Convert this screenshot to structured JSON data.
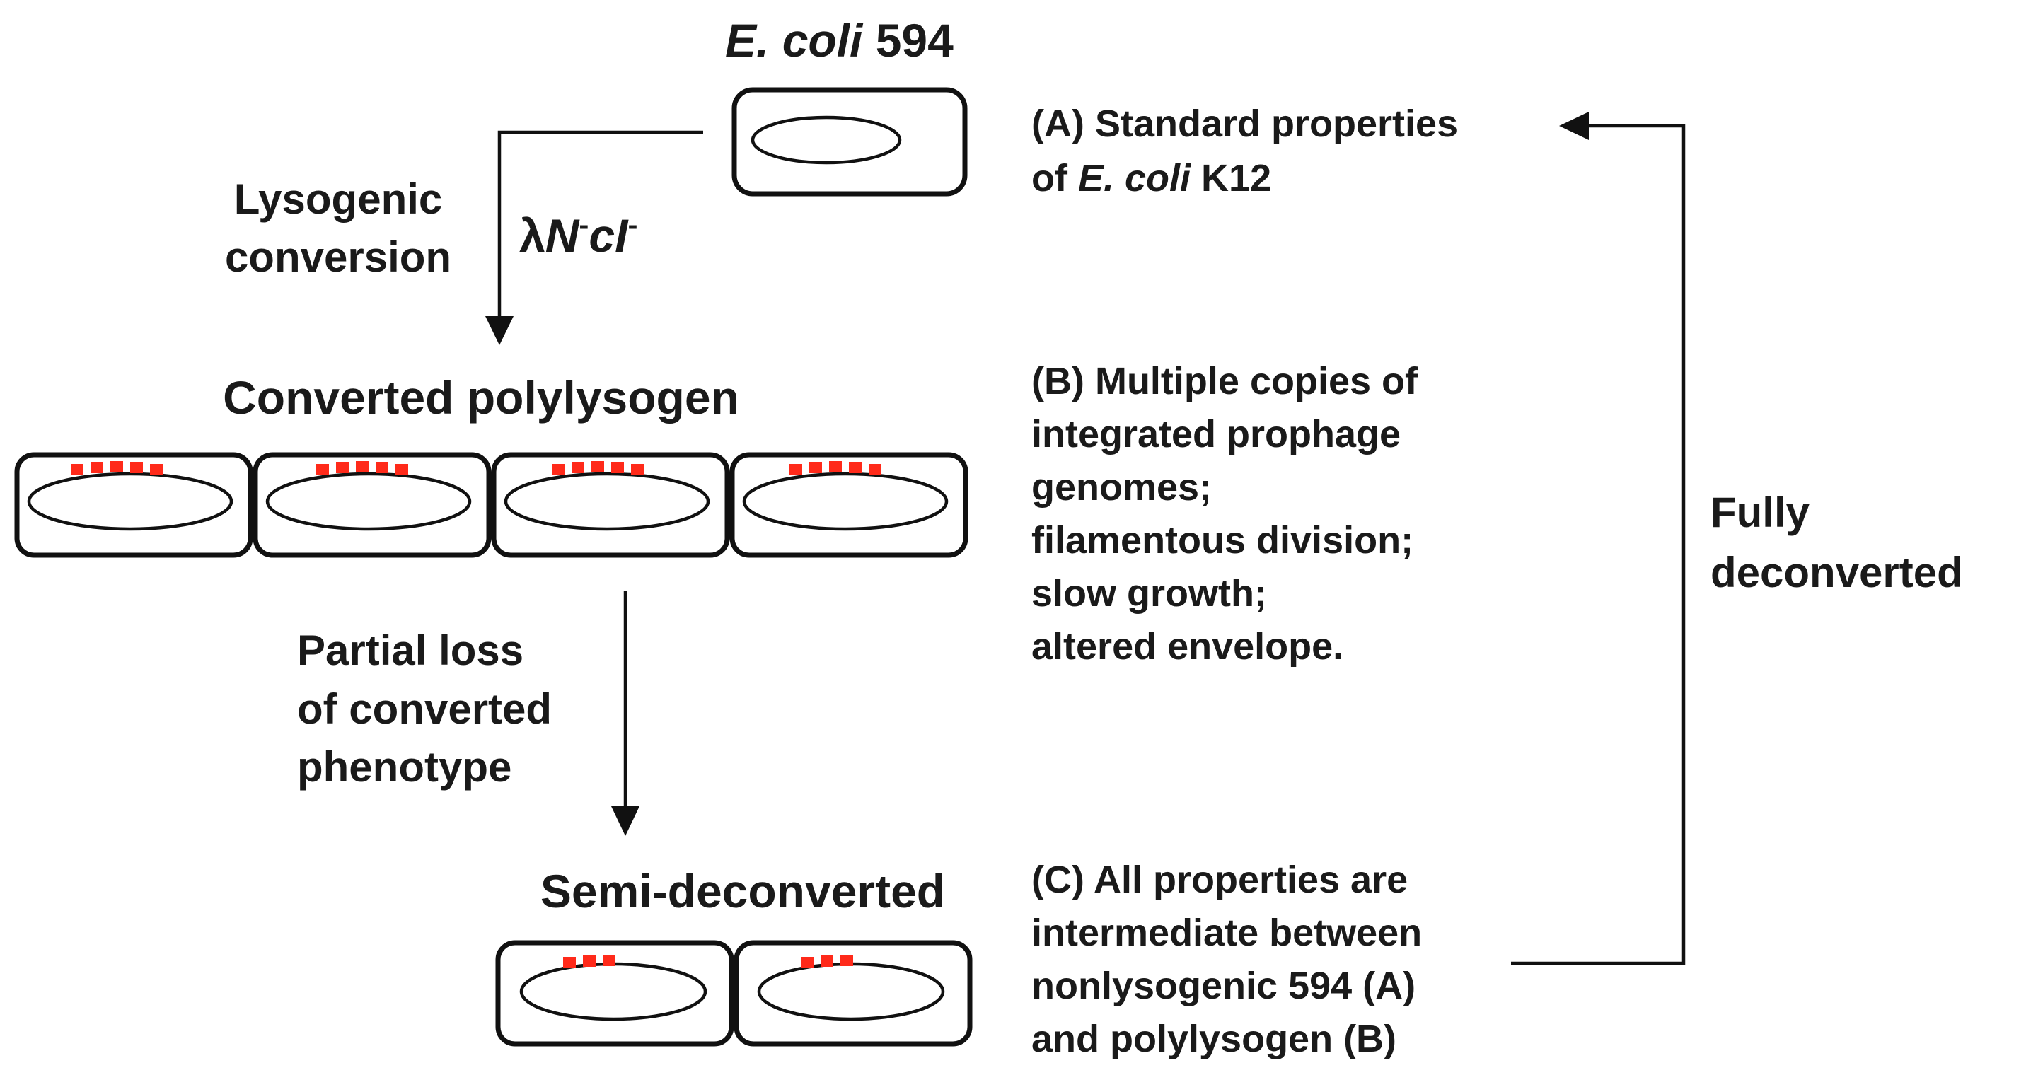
{
  "colors": {
    "prophage": "#ff2a1a",
    "ink": "#111111"
  },
  "strains": {
    "top": {
      "italic": "E. coli",
      "suffix": " 594"
    },
    "middle": {
      "title": "Converted polylysogen"
    },
    "bottom": {
      "title": "Semi-deconverted"
    }
  },
  "transitions": {
    "lysogenic": {
      "line1": "Lysogenic",
      "line2": "conversion",
      "phage_lambda": "λ",
      "phage_N": "N",
      "phage_cI": "cI",
      "phage_minus": "-"
    },
    "partial": {
      "line1": "Partial loss",
      "line2": "of converted",
      "line3": "phenotype"
    },
    "full": {
      "line1": "Fully",
      "line2": "deconverted"
    }
  },
  "properties": {
    "A": {
      "line1": "(A) Standard properties",
      "line2_pre": "of ",
      "line2_italic": "E. coli",
      "line2_post": " K12"
    },
    "B": {
      "lines": [
        "(B) Multiple copies of",
        "integrated prophage",
        "genomes;",
        "filamentous division;",
        "slow growth;",
        "altered envelope."
      ]
    },
    "C": {
      "lines": [
        "(C) All properties are",
        "intermediate between",
        "nonlysogenic 594 (A)",
        "and polylysogen (B)"
      ]
    }
  }
}
